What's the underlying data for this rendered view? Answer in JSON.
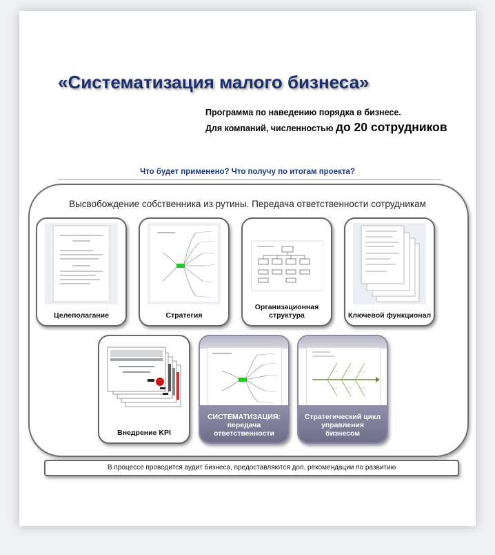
{
  "header": {
    "title": "«Систематизация малого бизнеса»",
    "subtitle_line1": "Программа по наведению порядка в бизнесе.",
    "subtitle_line2_prefix": "Для компаний, численностью ",
    "subtitle_line2_emphasis": "до 20 сотрудников"
  },
  "question": "Что будет применено? Что получу по итогам проекта?",
  "frame": {
    "title": "Высвобождение собственника из рутины. Передача ответственности сотрудникам"
  },
  "cards": [
    {
      "label": "Целеполагание",
      "thumb": "document-page-icon"
    },
    {
      "label": "Стратегия",
      "thumb": "mind-map-icon"
    },
    {
      "label": "Организационная структура",
      "thumb": "org-chart-icon"
    },
    {
      "label": "Ключевой функционал",
      "thumb": "stacked-documents-icon"
    },
    {
      "label": "Внедрение KPI",
      "thumb": "kpi-slides-icon"
    },
    {
      "label": "СИСТЕМАТИЗАЦИЯ: передача ответственности",
      "thumb": "mind-map-icon",
      "highlighted": true
    },
    {
      "label": "Стратегический цикл управления бизнесом",
      "thumb": "fishbone-diagram-icon",
      "highlighted": true
    }
  ],
  "footer": "В процессе проводится аудит бизнеса, предоставляются доп. рекомендации по развитию",
  "colors": {
    "title": "#1b2f6b",
    "question": "#1b3a7a",
    "highlight_band": "#7c7d98",
    "mind_map_accent": "#22cc22"
  }
}
